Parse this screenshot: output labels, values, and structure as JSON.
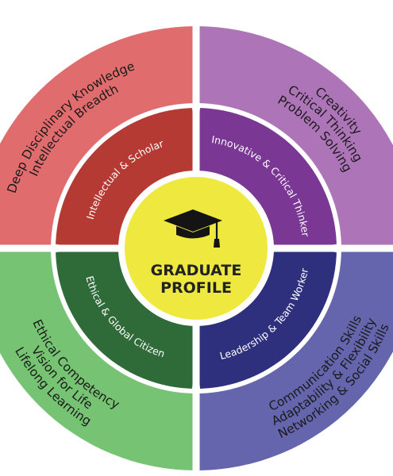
{
  "center": {
    "title_lines": [
      "GRADUATE",
      "PROFILE"
    ],
    "icon": "graduation-cap-icon",
    "fill": "#eee83f"
  },
  "quadrants": [
    {
      "key": "intellectual",
      "outer_color": "#e16c6e",
      "inner_color": "#b53a34",
      "inner_label": "Intellectual & Scholar",
      "outer_lines": [
        "Deep Disciplinary Knowledge",
        "Intellectual Breadth"
      ]
    },
    {
      "key": "innovative",
      "outer_color": "#ad75b8",
      "inner_color": "#7b3794",
      "inner_label": "Innovative & Critical Thinker",
      "outer_lines": [
        "Creativity",
        "Critical Thinking",
        "Problem Solving"
      ]
    },
    {
      "key": "leadership",
      "outer_color": "#6465ad",
      "inner_color": "#2e2f7d",
      "inner_label": "Leadership & Team Worker",
      "outer_lines": [
        "Communication Skills",
        "Adaptability & Flexibility",
        "Networking & Social Skills"
      ]
    },
    {
      "key": "ethical",
      "outer_color": "#76c373",
      "inner_color": "#2f6a39",
      "inner_label": "Ethical & Global Citizen",
      "outer_lines": [
        "Ethical Competency",
        "Vision for Life",
        "Lifelong Learning"
      ]
    }
  ],
  "text_colors": {
    "outer": "#1a1a1a",
    "inner": "#ffffff"
  }
}
